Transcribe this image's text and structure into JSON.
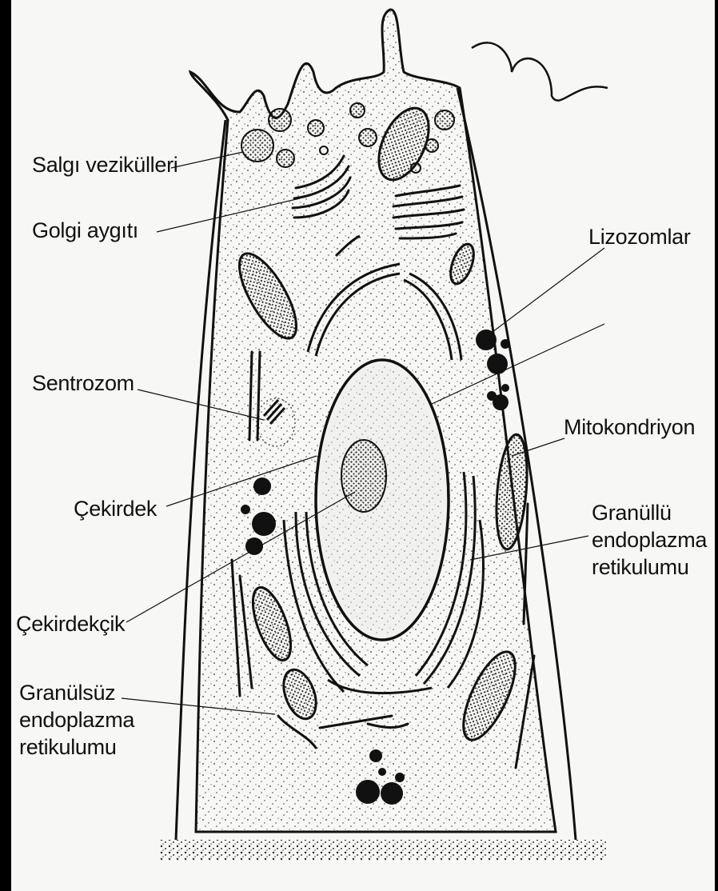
{
  "diagram": {
    "labels": {
      "salgi": "Salgı vezikülleri",
      "golgi": "Golgi aygıtı",
      "lizozom": "Lizozomlar",
      "sentrozom": "Sentrozom",
      "mitokondri": "Mitokondriyon",
      "cekirdek": "Çekirdek",
      "granullu": [
        "Granüllü",
        "endoplazma",
        "retikulumu"
      ],
      "cekirdekcik": "Çekirdekçik",
      "granulsuz": [
        "Granülsüz",
        "endoplazma",
        "retikulumu"
      ]
    }
  }
}
